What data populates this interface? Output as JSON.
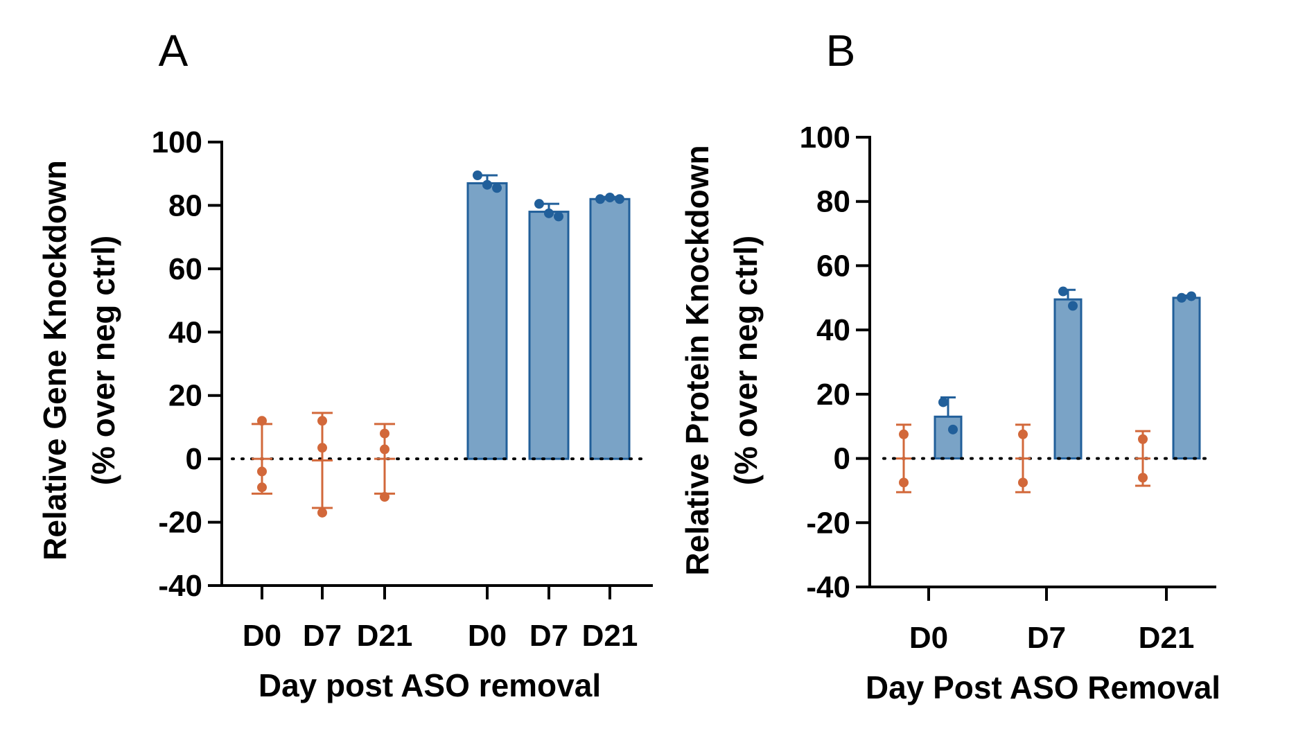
{
  "chart_data": [
    {
      "type": "bar",
      "panel_label": "A",
      "ylabel_lines": [
        "Relative Gene Knockdown",
        "(% over neg ctrl)"
      ],
      "xlabel": "Day post ASO removal",
      "ylim": [
        -40,
        100
      ],
      "yticks": [
        100,
        80,
        60,
        40,
        20,
        0,
        -20,
        -40
      ],
      "zero_line": "dotted",
      "groups": [
        {
          "color": "#d2683a",
          "style": "points-with-error",
          "categories": [
            "D0",
            "D7",
            "D21"
          ],
          "mean": [
            0,
            -0.5,
            0
          ],
          "error": [
            11,
            15,
            11
          ],
          "points": [
            [
              12,
              -4,
              -9
            ],
            [
              12,
              3.5,
              -17
            ],
            [
              8,
              3,
              -12
            ]
          ]
        },
        {
          "color": "#215f9a",
          "fill": "#7aa3c6",
          "style": "bar-with-points",
          "categories": [
            "D0",
            "D7",
            "D21"
          ],
          "mean": [
            87,
            78,
            82
          ],
          "error": [
            2.5,
            2.5,
            0.7
          ],
          "points": [
            [
              89.5,
              86.5,
              85.5
            ],
            [
              80.5,
              77.5,
              76.5
            ],
            [
              82,
              82.5,
              82
            ]
          ]
        }
      ]
    },
    {
      "type": "bar",
      "panel_label": "B",
      "ylabel_lines": [
        "Relative Protein Knockdown",
        "(% over neg ctrl)"
      ],
      "xlabel": "Day Post ASO Removal",
      "ylim": [
        -40,
        100
      ],
      "yticks": [
        100,
        80,
        60,
        40,
        20,
        0,
        -20,
        -40
      ],
      "zero_line": "dotted",
      "categories": [
        "D0",
        "D7",
        "D21"
      ],
      "groups": [
        {
          "color": "#d2683a",
          "style": "points-with-error",
          "mean": [
            0,
            0,
            0
          ],
          "error": [
            10.5,
            10.5,
            8.5
          ],
          "points": [
            [
              7.5,
              -7.5
            ],
            [
              7.5,
              -7.5
            ],
            [
              6,
              -6
            ]
          ]
        },
        {
          "color": "#215f9a",
          "fill": "#7aa3c6",
          "style": "bar-with-points",
          "mean": [
            13,
            49.5,
            50
          ],
          "error": [
            6,
            3,
            0.7
          ],
          "points": [
            [
              17.5,
              9
            ],
            [
              52,
              47.5
            ],
            [
              50,
              50.5
            ]
          ]
        }
      ]
    }
  ]
}
